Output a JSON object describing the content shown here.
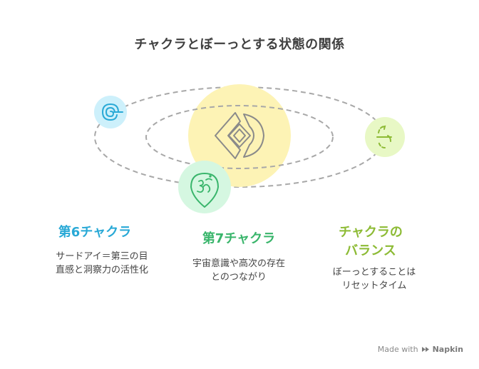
{
  "title": "チャクラとぼーっとする状態の関係",
  "colors": {
    "orbit": "#a8a8a8",
    "center_fill": "#fdf3b5",
    "sixth": "#29a9d6",
    "seventh": "#39b56b",
    "balance": "#8dbb35"
  },
  "center": {
    "icon": "chakra-diamond-icon"
  },
  "nodes": [
    {
      "id": "sixth",
      "icon": "spiral-eye-icon",
      "heading": "第6チャクラ",
      "lines": [
        "サードアイ＝第三の目",
        "直感と洞察力の活性化"
      ]
    },
    {
      "id": "seventh",
      "icon": "om-symbol-icon",
      "heading": "第7チャクラ",
      "lines": [
        "宇宙意識や高次の存在",
        "とのつながり"
      ]
    },
    {
      "id": "balance",
      "icon": "reset-cycle-icon",
      "heading_lines": [
        "チャクラの",
        "バランス"
      ],
      "lines": [
        "ぼーっとすることは",
        "リセットタイム"
      ]
    }
  ],
  "footer": {
    "made_with": "Made with",
    "brand": "Napkin"
  }
}
